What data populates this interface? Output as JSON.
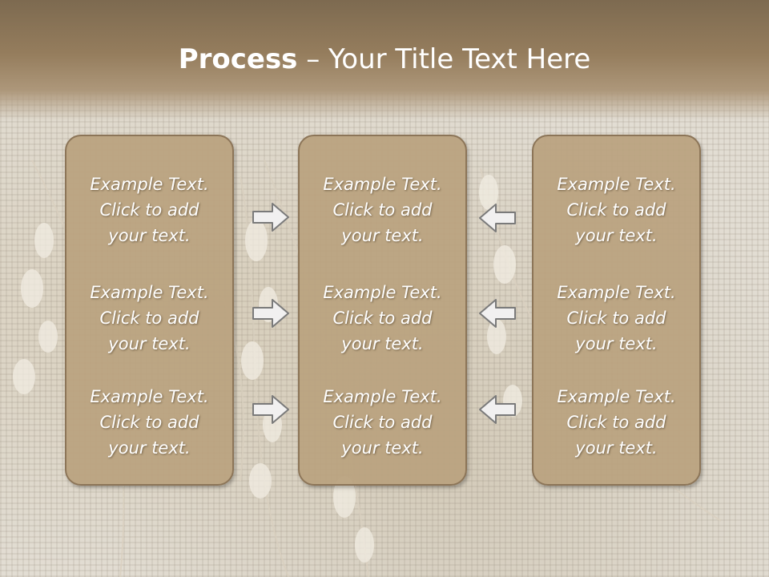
{
  "slide": {
    "title_bold": "Process",
    "title_rest": " – Your Title Text Here",
    "colors": {
      "title_band": "#957d5d",
      "card_fill": "#baa37f",
      "card_border": "#8c7558",
      "text": "#ffffff",
      "arrow_fill": "#f1f0f0",
      "arrow_stroke": "#7a7a7a"
    },
    "columns": [
      {
        "blocks": [
          {
            "line1": "Example Text.",
            "line2": "Click  to add",
            "line3": "your text."
          },
          {
            "line1": "Example Text.",
            "line2": "Click  to add",
            "line3": "your text."
          },
          {
            "line1": "Example Text.",
            "line2": "Click  to add",
            "line3": "your text."
          }
        ]
      },
      {
        "blocks": [
          {
            "line1": "Example Text.",
            "line2": "Click  to add",
            "line3": "your text."
          },
          {
            "line1": "Example Text.",
            "line2": "Click  to add",
            "line3": "your text."
          },
          {
            "line1": "Example Text.",
            "line2": "Click  to add",
            "line3": "your text."
          }
        ]
      },
      {
        "blocks": [
          {
            "line1": "Example Text.",
            "line2": "Click  to add",
            "line3": "your text."
          },
          {
            "line1": "Example Text.",
            "line2": "Click  to add",
            "line3": "your text."
          },
          {
            "line1": "Example Text.",
            "line2": "Click  to add",
            "line3": "your text."
          }
        ]
      }
    ],
    "arrows": {
      "left_group_icon": "arrow-right-icon",
      "right_group_icon": "arrow-left-icon"
    }
  }
}
